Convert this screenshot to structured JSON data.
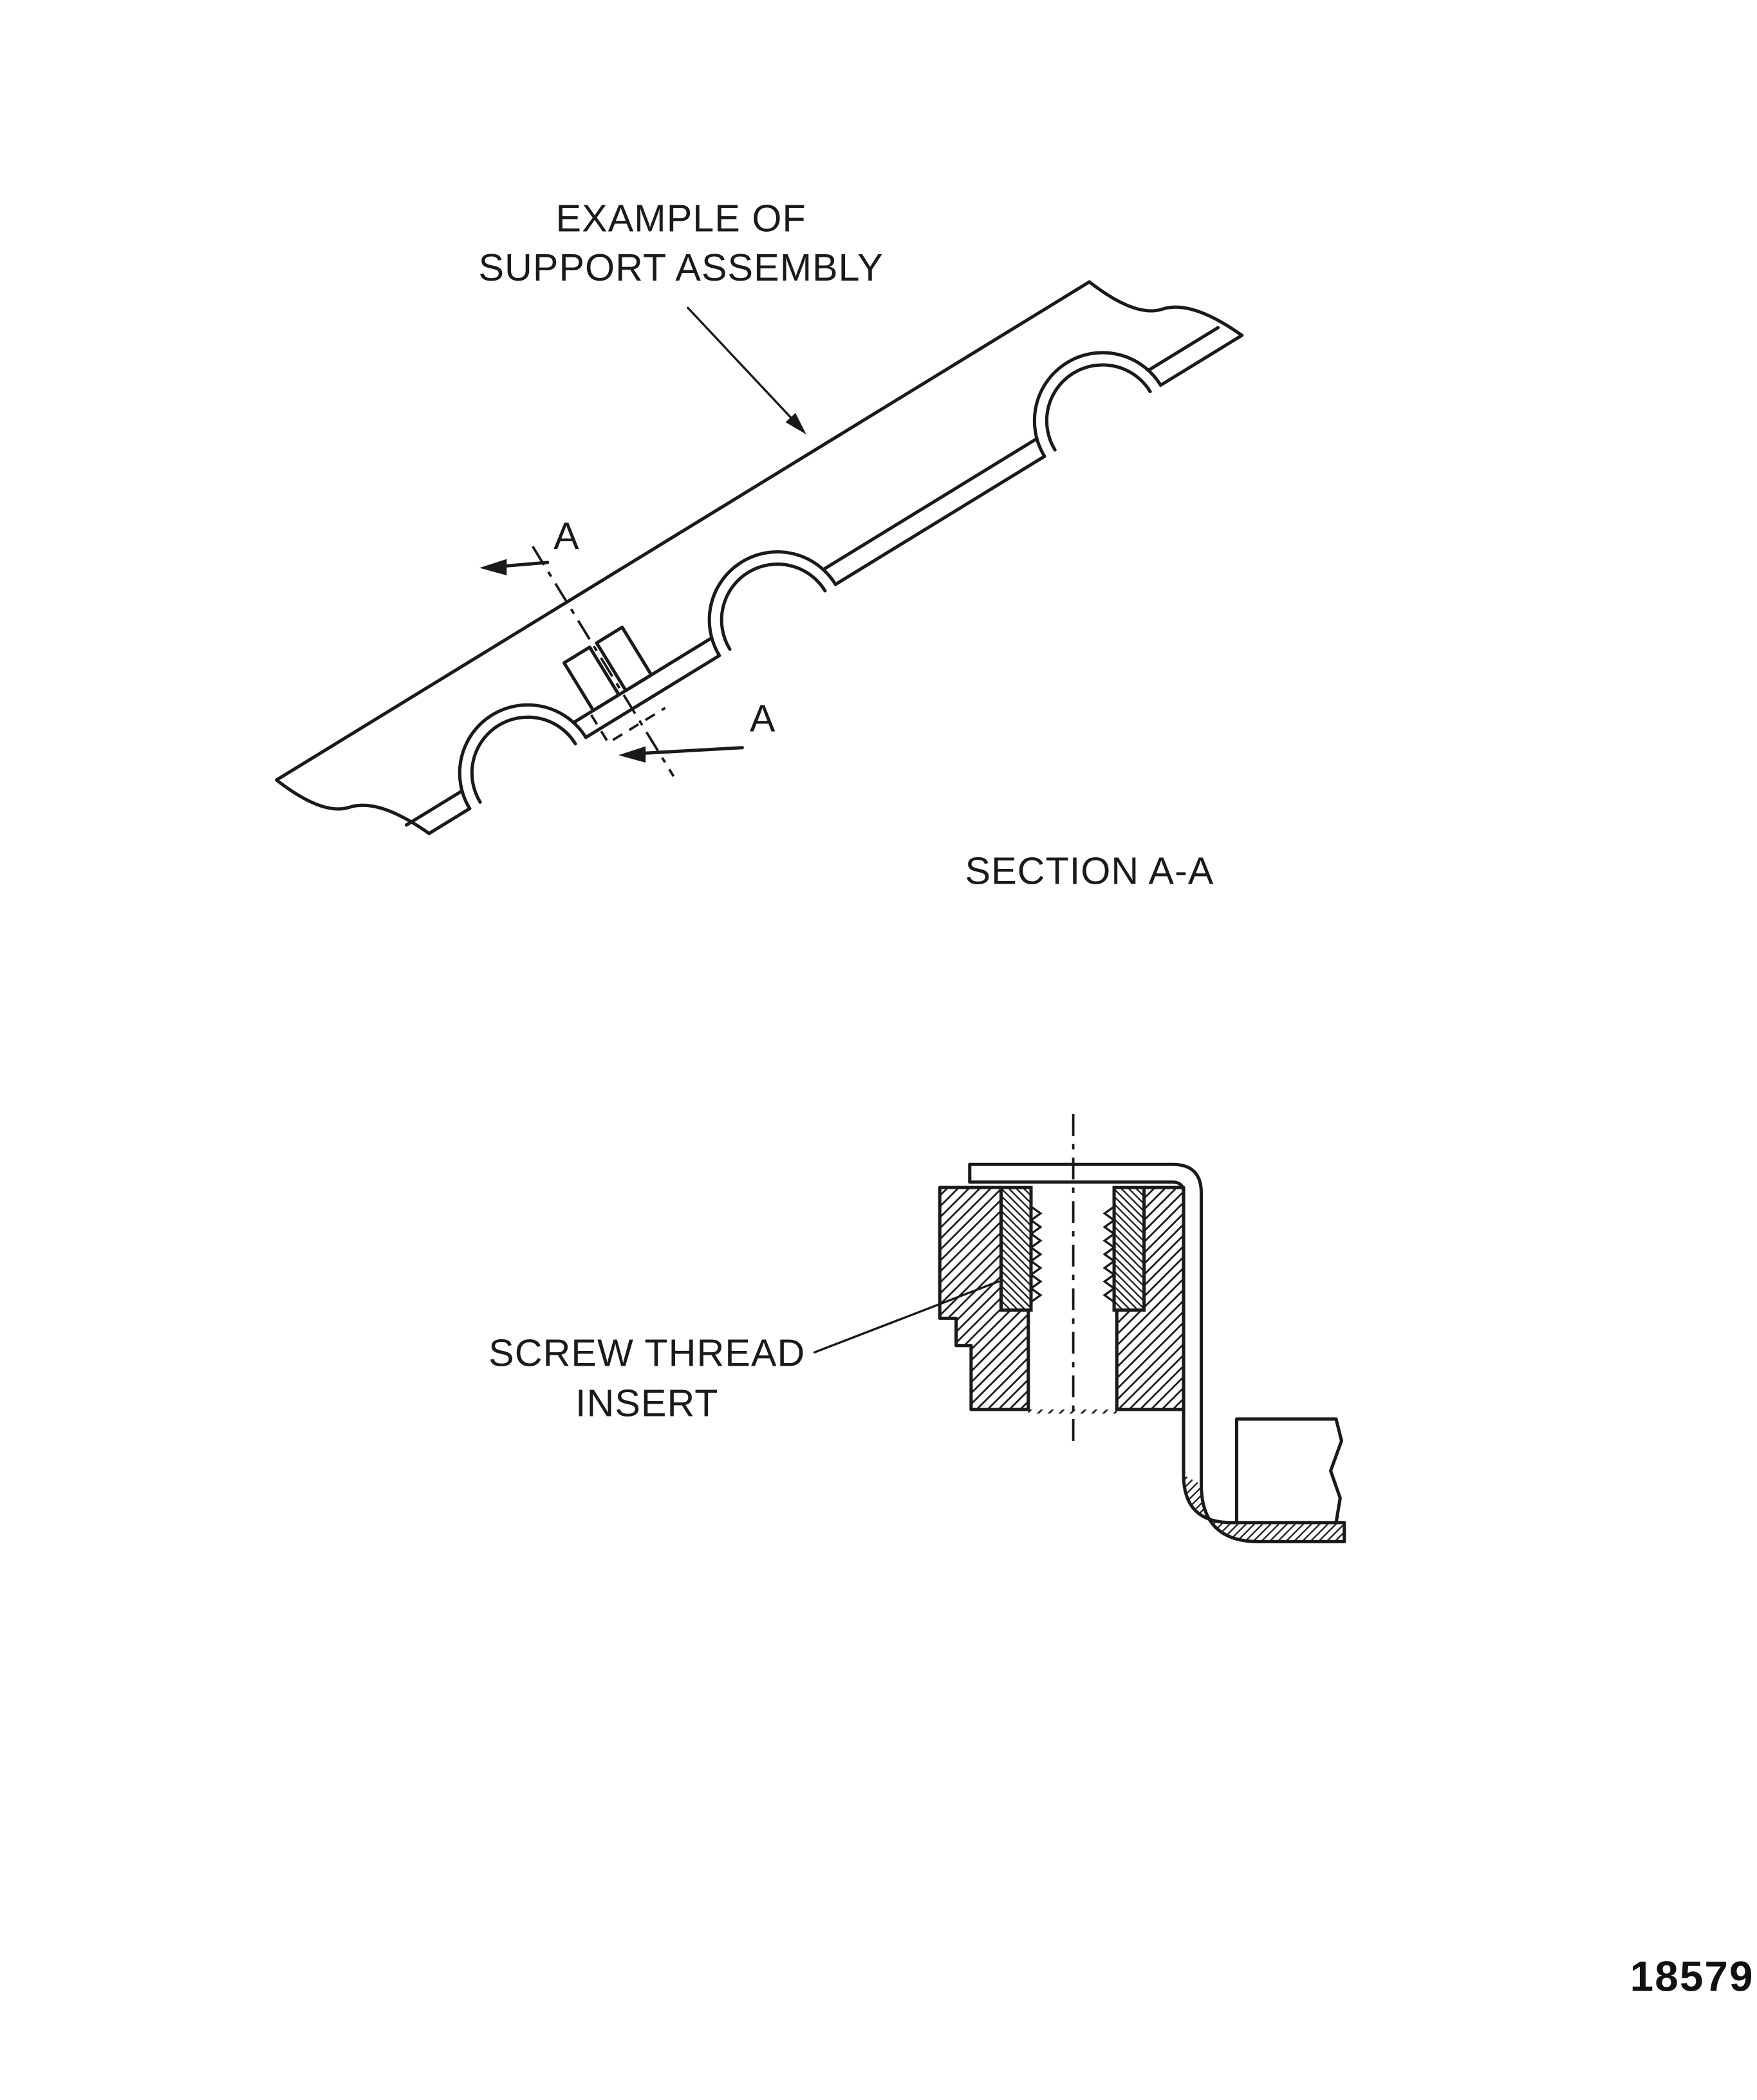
{
  "page": {
    "background": "#ffffff",
    "ink_color": "#1a1a1a"
  },
  "labels": {
    "assembly_title_line1": "EXAMPLE OF",
    "assembly_title_line2": "SUPPORT ASSEMBLY",
    "section_marker_upper": "A",
    "section_marker_lower": "A",
    "section_title": "SECTION A-A",
    "insert_label_line1": "SCREW THREAD",
    "insert_label_line2": "INSERT"
  },
  "figure": {
    "number": "18579"
  }
}
